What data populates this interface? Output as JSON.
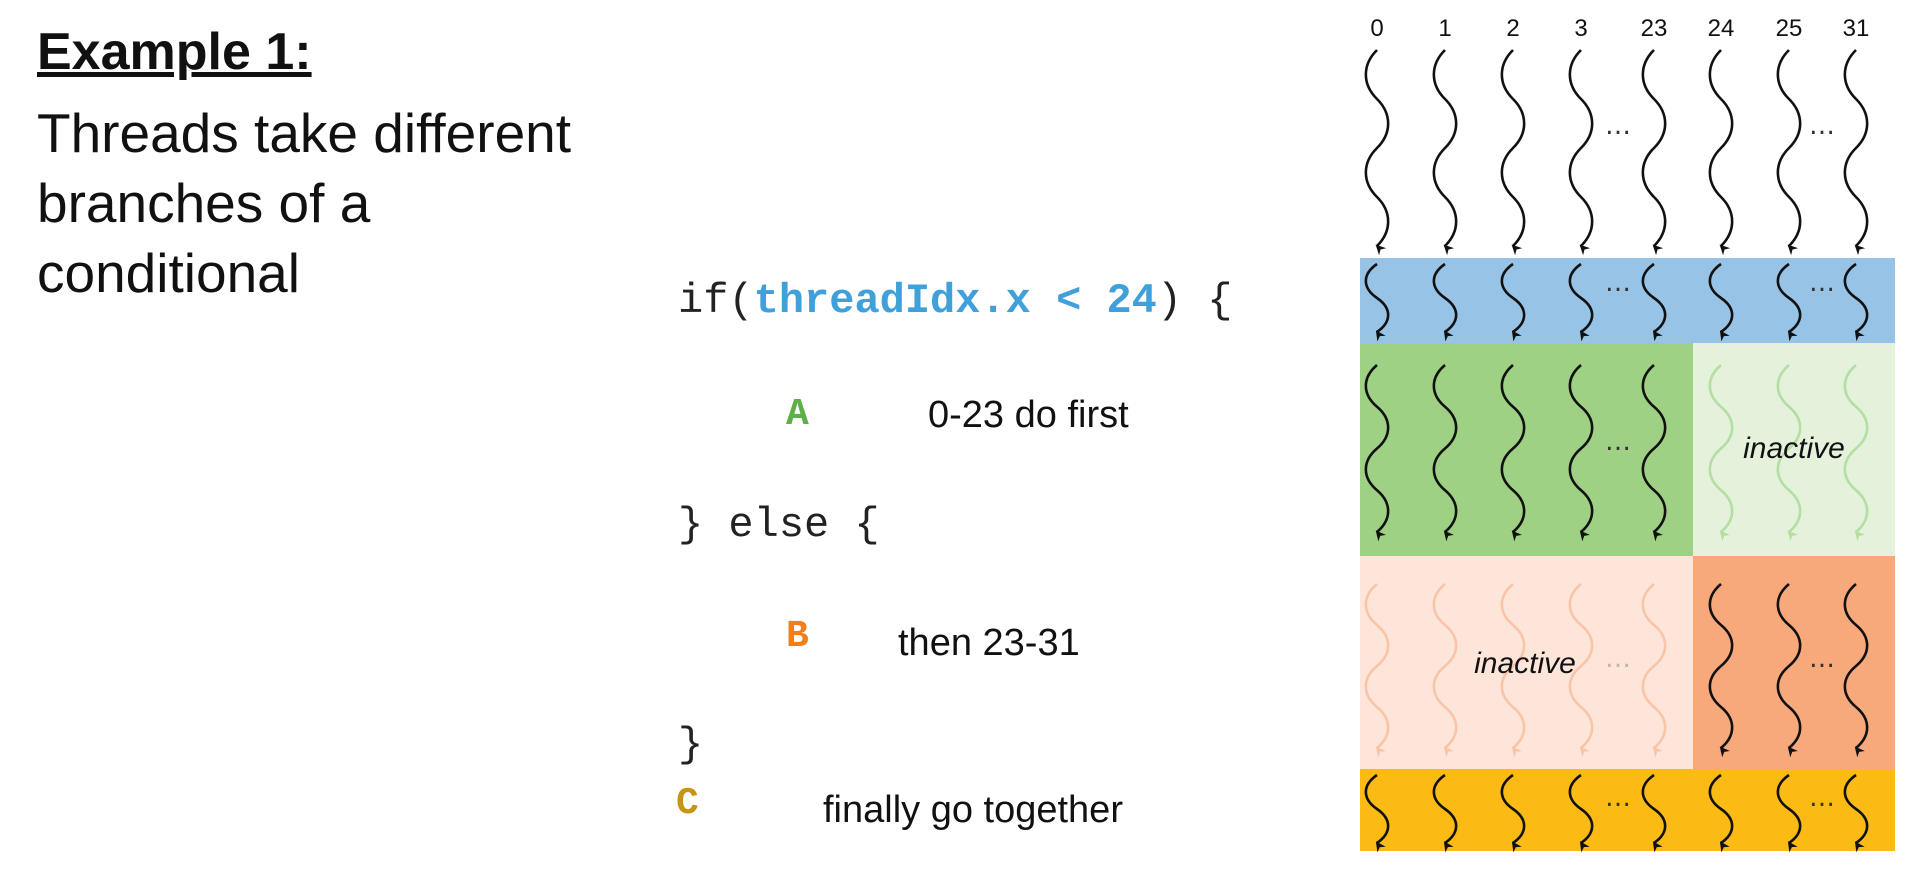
{
  "heading": {
    "title": "Example 1:",
    "subtitle": "Threads take different branches of a conditional"
  },
  "code": {
    "if_prefix": "if(",
    "condition": "threadIdx.x < 24",
    "if_suffix": ") {",
    "else_line": "} else {",
    "close_line": "}",
    "block_a": "A",
    "block_b": "B",
    "block_c": "C"
  },
  "notes": {
    "a": "0-23 do first",
    "b": "then 23-31",
    "c": "finally go together"
  },
  "diagram": {
    "thread_labels": [
      "0",
      "1",
      "2",
      "3",
      "23",
      "24",
      "25",
      "31"
    ],
    "ellipsis": "…",
    "inactive_label": "inactive",
    "colors": {
      "band_top": "#97c3e6",
      "band_bottom": "#fbbb14",
      "green_active": "#9fd184",
      "green_inactive": "#e4f2dc",
      "orange_active": "#f8a97c",
      "orange_inactive": "#fde5da",
      "thread_active": "#111111",
      "thread_green_faded": "#b4dea2",
      "thread_orange_faded": "#f9c4a8",
      "letter_a": "#5cb044",
      "letter_b": "#f37f1b",
      "letter_c": "#c69515"
    }
  }
}
